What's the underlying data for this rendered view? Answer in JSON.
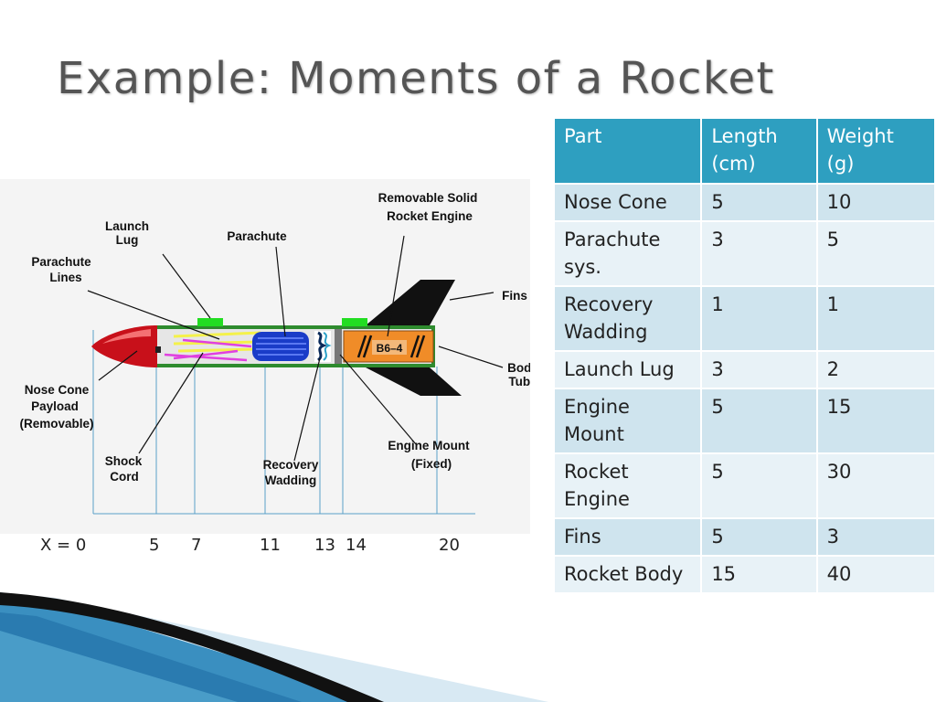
{
  "title": "Example: Moments of a Rocket",
  "diagram": {
    "labels": {
      "removable_engine_1": "Removable  Solid",
      "removable_engine_2": "Rocket  Engine",
      "launch_lug_1": "Launch",
      "launch_lug_2": "Lug",
      "parachute": "Parachute",
      "parachute_lines_1": "Parachute",
      "parachute_lines_2": "Lines",
      "fins": "Fins",
      "body_tube_1": "Body",
      "body_tube_2": "Tube",
      "nose_cone_1": "Nose Cone",
      "nose_cone_2": "Payload",
      "nose_cone_3": "(Removable)",
      "shock_cord_1": "Shock",
      "shock_cord_2": "Cord",
      "recovery_wadding_1": "Recovery",
      "recovery_wadding_2": "Wadding",
      "engine_mount_1": "Engine Mount",
      "engine_mount_2": "(Fixed)",
      "engine_code": "B6–4"
    },
    "x_positions": [
      "X = 0",
      "5",
      "7",
      "11",
      "13",
      "14",
      "20"
    ]
  },
  "table": {
    "headers": [
      "Part",
      "Length (cm)",
      "Weight (g)"
    ],
    "rows": [
      [
        "Nose Cone",
        "5",
        "10"
      ],
      [
        "Parachute sys.",
        "3",
        "5"
      ],
      [
        "Recovery Wadding",
        "1",
        "1"
      ],
      [
        "Launch Lug",
        "3",
        "2"
      ],
      [
        "Engine Mount",
        "5",
        "15"
      ],
      [
        "Rocket Engine",
        "5",
        "30"
      ],
      [
        "Fins",
        "5",
        "3"
      ],
      [
        "Rocket Body",
        "15",
        "40"
      ]
    ]
  },
  "colors": {
    "header": "#2e9fc0",
    "row_dark": "#cfe4ee",
    "row_light": "#e8f2f7",
    "title": "#555555",
    "nose_cone": "#c8101a",
    "body_green": "#2e8b2e",
    "engine": "#f08c28",
    "parachute": "#1a3cc8"
  }
}
